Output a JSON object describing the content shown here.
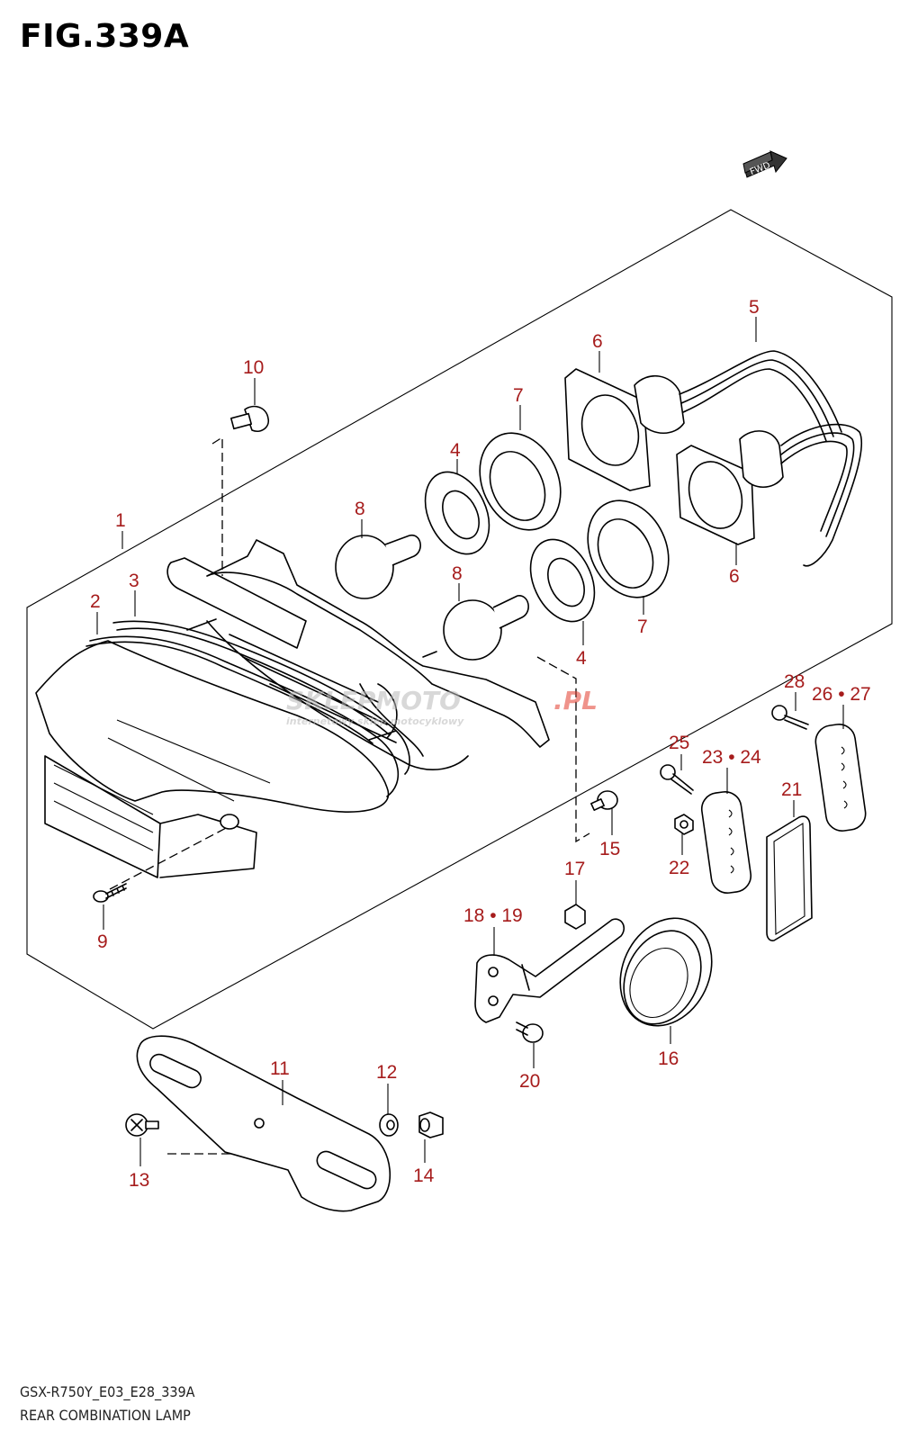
{
  "figure": {
    "title": "FIG.339A",
    "model_code": "GSX-R750Y_E03_E28_339A",
    "name": "REAR COMBINATION LAMP"
  },
  "direction_badge": "FWD",
  "watermark": {
    "brand": "SKLEPMOTO",
    "domain": ".PL",
    "tagline": "internetowy sklep motocyklowy"
  },
  "callouts": {
    "c1": "1",
    "c2": "2",
    "c3": "3",
    "c4a": "4",
    "c4b": "4",
    "c5": "5",
    "c6a": "6",
    "c6b": "6",
    "c7a": "7",
    "c7b": "7",
    "c8a": "8",
    "c8b": "8",
    "c9": "9",
    "c10": "10",
    "c11": "11",
    "c12": "12",
    "c13": "13",
    "c14": "14",
    "c15": "15",
    "c16": "16",
    "c17": "17",
    "c1819": "18 • 19",
    "c20": "20",
    "c21": "21",
    "c22": "22",
    "c2324": "23 • 24",
    "c25": "25",
    "c2627": "26 • 27",
    "c28": "28"
  },
  "colors": {
    "callout": "#a61c1c",
    "line": "#000000",
    "watermark_red": "#e23b2e",
    "watermark_gray": "#b9b9b9"
  }
}
